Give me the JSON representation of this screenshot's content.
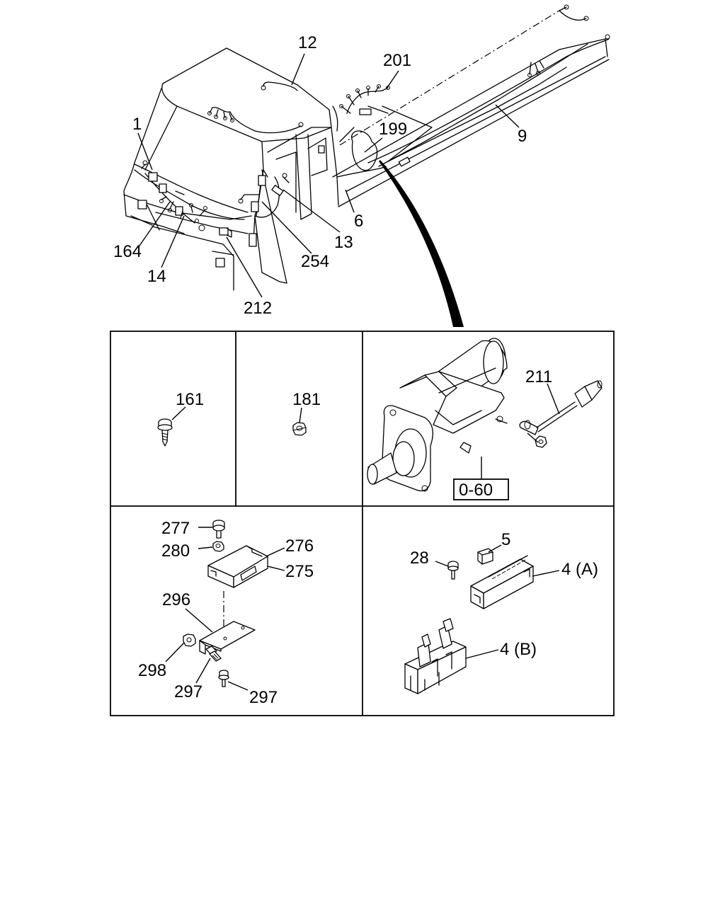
{
  "callouts": {
    "c1": "1",
    "c12": "12",
    "c201": "201",
    "c199": "199",
    "c9": "9",
    "c6": "6",
    "c13": "13",
    "c254": "254",
    "c212": "212",
    "c14": "14",
    "c164": "164",
    "c161": "161",
    "c181": "181",
    "c211": "211",
    "ref": "0-60",
    "c277": "277",
    "c280": "280",
    "c276": "276",
    "c275": "275",
    "c296": "296",
    "c298": "298",
    "c297a": "297",
    "c297b": "297",
    "c5": "5",
    "c28": "28",
    "c4a": "4 (A)",
    "c4b": "4 (B)"
  },
  "icons": [
    "truck-cab-icon",
    "chassis-frame-icon",
    "starter-motor-icon",
    "screw-icon",
    "nut-icon",
    "relay-icon",
    "bracket-icon",
    "fuse-block-icon",
    "connector-icon"
  ],
  "colors": {
    "ink": "#000000",
    "paper": "#ffffff"
  }
}
